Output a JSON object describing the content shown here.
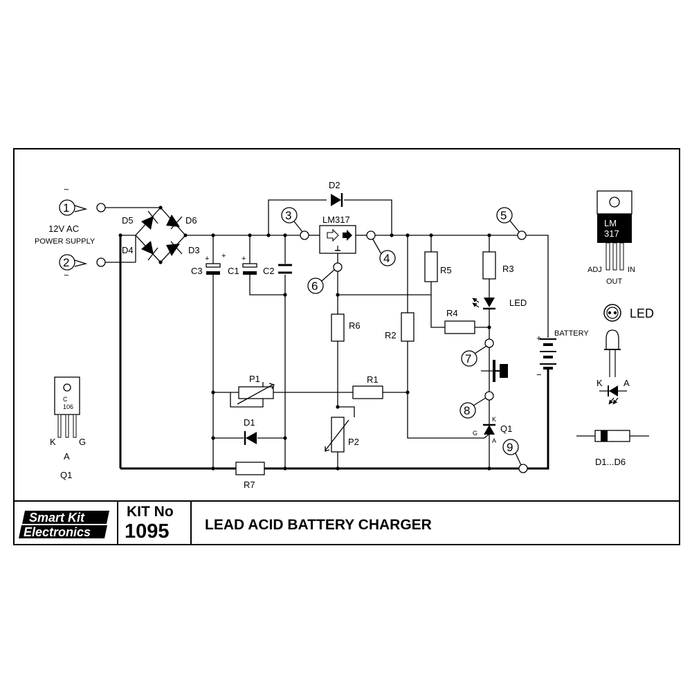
{
  "title_block": {
    "brand_line1": "Smart Kit",
    "brand_line2": "Electronics",
    "kit_label": "KIT No",
    "kit_number": "1095",
    "title": "LEAD ACID BATTERY CHARGER"
  },
  "inputs": {
    "ac_symbol": "~",
    "voltage": "12V AC",
    "supply": "POWER SUPPLY"
  },
  "nodes": [
    "1",
    "2",
    "3",
    "4",
    "5",
    "6",
    "7",
    "8",
    "9"
  ],
  "components": {
    "D1": "D1",
    "D2": "D2",
    "D3": "D3",
    "D4": "D4",
    "D5": "D5",
    "D6": "D6",
    "C1": "C1",
    "C2": "C2",
    "C3": "C3",
    "R1": "R1",
    "R2": "R2",
    "R3": "R3",
    "R4": "R4",
    "R5": "R5",
    "R6": "R6",
    "R7": "R7",
    "P1": "P1",
    "P2": "P2",
    "Q1": "Q1",
    "LM317": "LM317",
    "LED": "LED",
    "BATTERY": "BATTERY",
    "plus": "+",
    "minus": "−"
  },
  "pins": {
    "G": "G",
    "K": "K",
    "A": "A"
  },
  "legend": {
    "lm317_top": "LM",
    "lm317_bottom": "317",
    "lm317_adj": "ADJ",
    "lm317_out": "OUT",
    "lm317_in": "IN",
    "led_title": "LED",
    "led_k": "K",
    "led_a": "A",
    "diodes": "D1...D6",
    "q1_code_top": "C",
    "q1_code_bottom": "106",
    "q1_k": "K",
    "q1_g": "G",
    "q1_a": "A",
    "q1_name": "Q1"
  }
}
